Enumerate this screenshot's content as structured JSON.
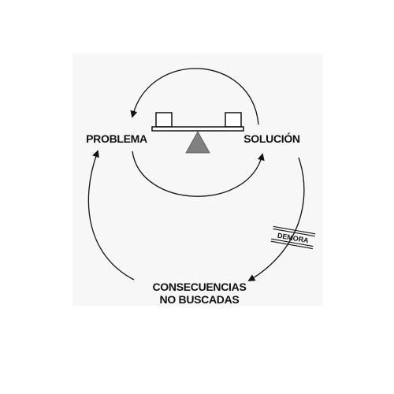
{
  "diagram": {
    "nodes": {
      "problem": "PROBLEMA",
      "solution": "SOLUCIÓN",
      "consequences_line1": "CONSECUENCIAS",
      "consequences_line2": "NO BUSCADAS"
    },
    "delay_label": "DEMORA",
    "colors": {
      "ink": "#111111",
      "fulcrum": "#808080",
      "background": "#f7f7f7"
    }
  }
}
